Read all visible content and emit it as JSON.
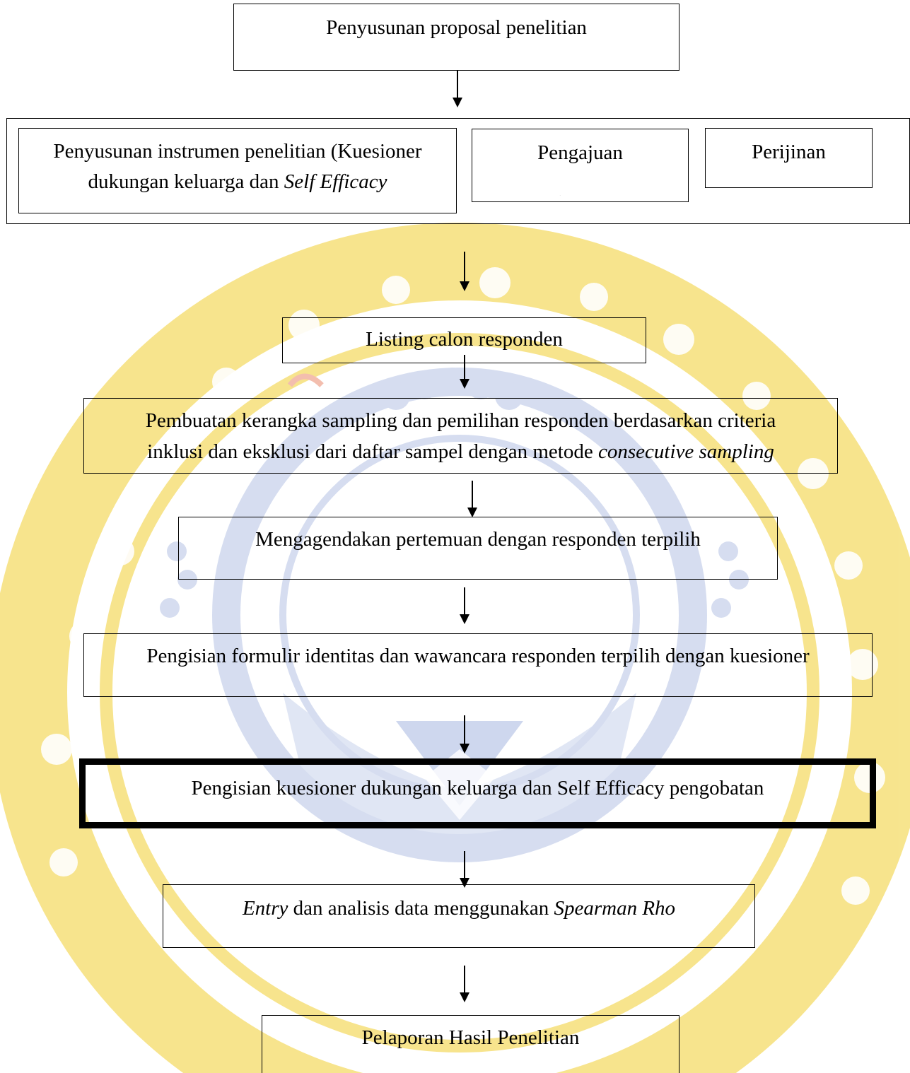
{
  "steps": {
    "s1": "Penyusunan proposal penelitian",
    "s2a_line1": "Penyusunan instrumen penelitian (Kuesioner",
    "s2a_line2_prefix": "dukungan keluarga dan ",
    "s2a_line2_italic": "Self Efficacy",
    "s2b": "Pengajuan",
    "s2b_cutoff": ", . , ,",
    "s2c": "Perijinan",
    "s3": "Listing calon responden",
    "s4_line1": "Pembuatan kerangka sampling dan pemilihan responden berdasarkan criteria",
    "s4_line2_prefix": "inklusi dan eksklusi dari daftar sampel dengan metode ",
    "s4_line2_italic": "consecutive sampling",
    "s5": "Mengagendakan pertemuan dengan responden terpilih",
    "s6": "Pengisian formulir identitas dan wawancara responden terpilih dengan kuesioner",
    "s7": "Pengisian kuesioner dukungan keluarga dan Self Efficacy pengobatan",
    "s8_italic1": "Entry",
    "s8_mid": " dan analisis data menggunakan ",
    "s8_italic2": "Spearman Rho",
    "s9": "Pelaporan Hasil Penelitian"
  },
  "colors": {
    "watermark_yellow": "#f6e07a",
    "watermark_blue": "#cfd8ee",
    "line": "#000000"
  },
  "icons": {
    "watermark": "university-seal-watermark"
  }
}
